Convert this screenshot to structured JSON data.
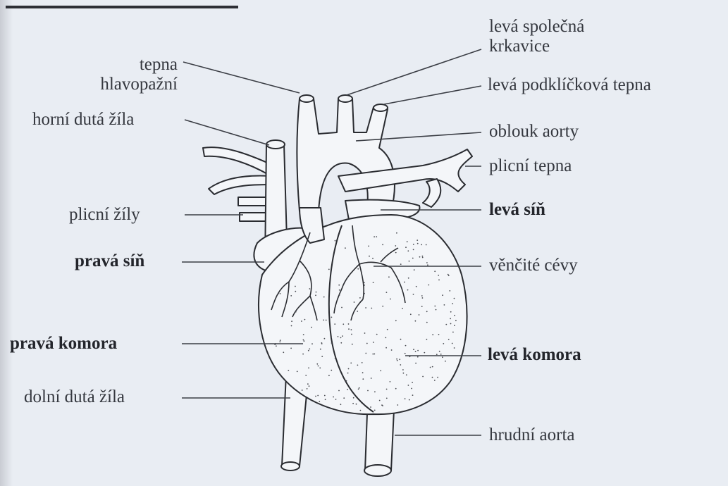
{
  "labels": {
    "tepna_hlavopazni_1": "tepna",
    "tepna_hlavopazni_2": "hlavopažní",
    "horni_duta_zila": "horní dutá žíla",
    "plicni_zily": "plicní žíly",
    "prava_sin": "pravá síň",
    "prava_komora": "pravá komora",
    "dolni_duta_zila": "dolní dutá žíla",
    "leva_spolecna_krkavice_1": "levá společná",
    "leva_spolecna_krkavice_2": "krkavice",
    "leva_podklickova_tepna": "levá podklíčková tepna",
    "oblouk_aorty": "oblouk aorty",
    "plicni_tepna": "plicní tepna",
    "leva_sin": "levá síň",
    "vencite_cevy": "věnčité cévy",
    "leva_komora": "levá komora",
    "hrudni_aorta": "hrudní aorta"
  },
  "colors": {
    "paper": "#e9edf3",
    "ink": "#30333a"
  }
}
